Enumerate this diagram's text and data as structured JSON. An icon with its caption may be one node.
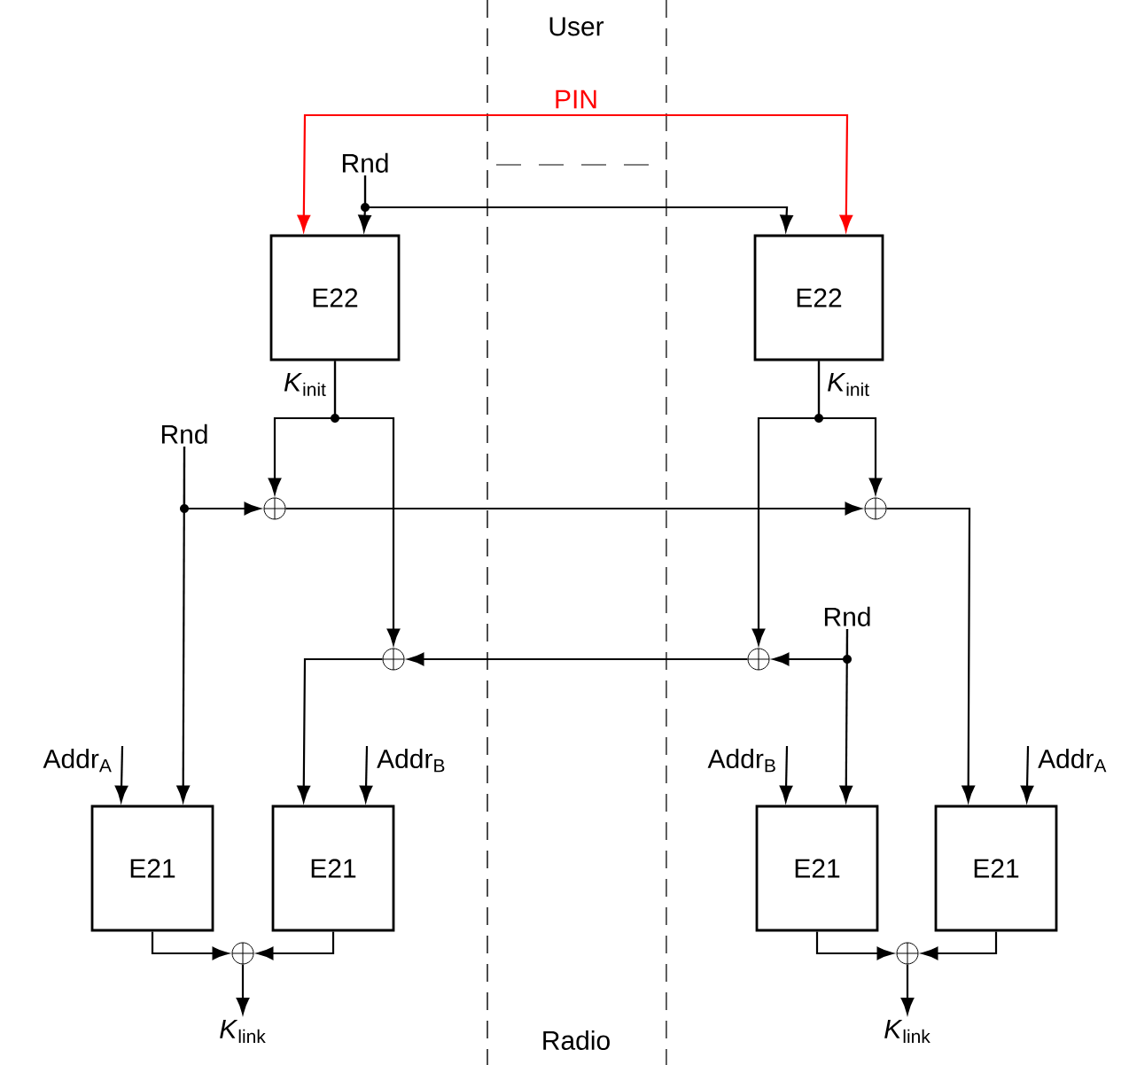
{
  "diagram": {
    "nodes": [
      {
        "text": [
          "E22"
        ],
        "beside": [
          "*K*$_{init}$"
        ]
      },
      {
        "text": [
          "E22"
        ],
        "beside": [
          "*K*$_{init}$"
        ]
      },
      {
        "text": [],
        "shape": "circle"
      },
      {
        "text": [],
        "shape": "circle"
      },
      {
        "text": [],
        "shape": "circle"
      },
      {
        "text": [],
        "shape": "circle"
      },
      {
        "text": [
          "E21"
        ]
      },
      {
        "text": [
          "E21"
        ]
      },
      {
        "text": [
          "E21"
        ]
      },
      {
        "text": [
          "E21"
        ]
      },
      {
        "text": [],
        "shape": "circle"
      },
      {
        "text": [],
        "shape": "circle"
      },
      {
        "text": [
          "Rnd"
        ]
      },
      {
        "text": [
          "Rnd"
        ]
      },
      {
        "text": [
          "Rnd"
        ]
      },
      {
        "text": [
          "Addr$_{A}$"
        ]
      },
      {
        "text": [
          "Addr$_{B}$"
        ]
      },
      {
        "text": [
          "Addr$_{B}$"
        ]
      },
      {
        "text": [
          "Addr$_{A}$"
        ]
      },
      {
        "text": [
          "*K*$_{link}$"
        ]
      },
      {
        "text": [
          "*K*$_{link}$"
        ]
      }
    ],
    "edges": [
      {
        "from": 0,
        "to": 1,
        "arrow": "both",
        "label": "PIN",
        "color": "#ff0000"
      },
      {
        "from": 12,
        "to": 0,
        "arrow": "to"
      },
      {
        "from": 12,
        "to": 1,
        "arrow": "to"
      },
      {
        "from": 0,
        "to": 2,
        "arrow": "to"
      },
      {
        "from": 0,
        "to": 4,
        "arrow": "to"
      },
      {
        "from": 1,
        "to": 3,
        "arrow": "to"
      },
      {
        "from": 1,
        "to": 5,
        "arrow": "to"
      },
      {
        "from": 13,
        "to": 2,
        "arrow": "to"
      },
      {
        "from": 13,
        "to": 6,
        "arrow": "to"
      },
      {
        "from": 2,
        "to": 3,
        "arrow": "to"
      },
      {
        "from": 3,
        "to": 9,
        "arrow": "to"
      },
      {
        "from": 14,
        "to": 5,
        "arrow": "to"
      },
      {
        "from": 14,
        "to": 8,
        "arrow": "to"
      },
      {
        "from": 5,
        "to": 4,
        "arrow": "to"
      },
      {
        "from": 4,
        "to": 7,
        "arrow": "to"
      },
      {
        "from": 15,
        "to": 6,
        "arrow": "to"
      },
      {
        "from": 16,
        "to": 7,
        "arrow": "to"
      },
      {
        "from": 17,
        "to": 8,
        "arrow": "to"
      },
      {
        "from": 18,
        "to": 9,
        "arrow": "to"
      },
      {
        "from": 6,
        "to": 10,
        "arrow": "to"
      },
      {
        "from": 7,
        "to": 10,
        "arrow": "to"
      },
      {
        "from": 10,
        "to": 19,
        "arrow": "to"
      },
      {
        "from": 8,
        "to": 11,
        "arrow": "to"
      },
      {
        "from": 9,
        "to": 11,
        "arrow": "to"
      },
      {
        "from": 11,
        "to": 20,
        "arrow": "to"
      }
    ],
    "labels": [
      "User",
      "Radio"
    ]
  }
}
